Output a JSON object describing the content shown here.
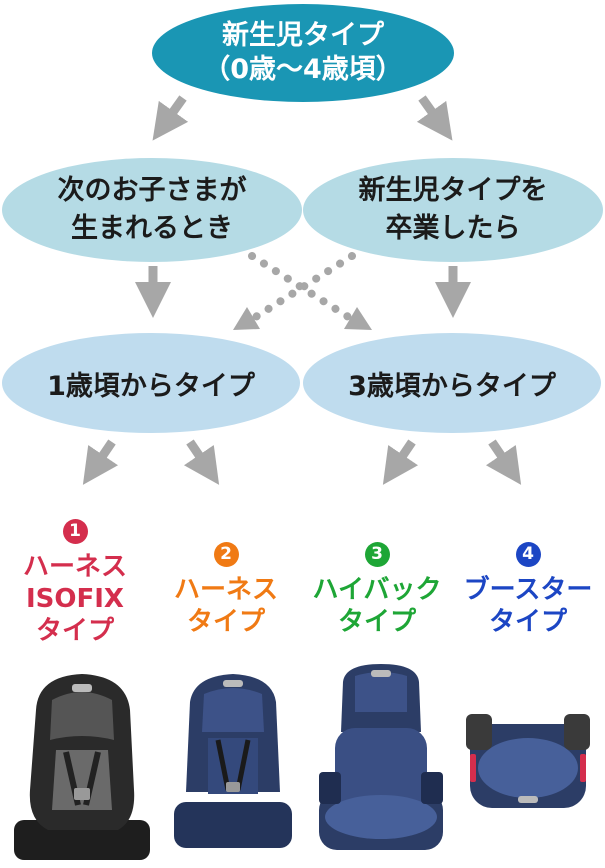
{
  "root": {
    "line1": "新生児タイプ",
    "line2": "（0歳〜4歳頃）"
  },
  "mid_left": {
    "line1": "次のお子さまが",
    "line2": "生まれるとき"
  },
  "mid_right": {
    "line1": "新生児タイプを",
    "line2": "卒業したら"
  },
  "low_left": {
    "text": "1歳頃からタイプ"
  },
  "low_right": {
    "text": "3歳頃からタイプ"
  },
  "products": [
    {
      "num": "1",
      "lines": [
        "ハーネス",
        "ISOFIX",
        "タイプ"
      ],
      "color": "#d42e4d"
    },
    {
      "num": "2",
      "lines": [
        "ハーネス",
        "タイプ"
      ],
      "color": "#f07a14"
    },
    {
      "num": "3",
      "lines": [
        "ハイバック",
        "タイプ"
      ],
      "color": "#1ea636"
    },
    {
      "num": "4",
      "lines": [
        "ブースター",
        "タイプ"
      ],
      "color": "#1c46c4"
    }
  ],
  "colors": {
    "root": "#1a96b4",
    "mid": "#b5dbe5",
    "low": "#bfdcee",
    "arrow": "#a7a7a7",
    "seat_black": "#2a2a2a",
    "seat_navy": "#2c3d66"
  }
}
